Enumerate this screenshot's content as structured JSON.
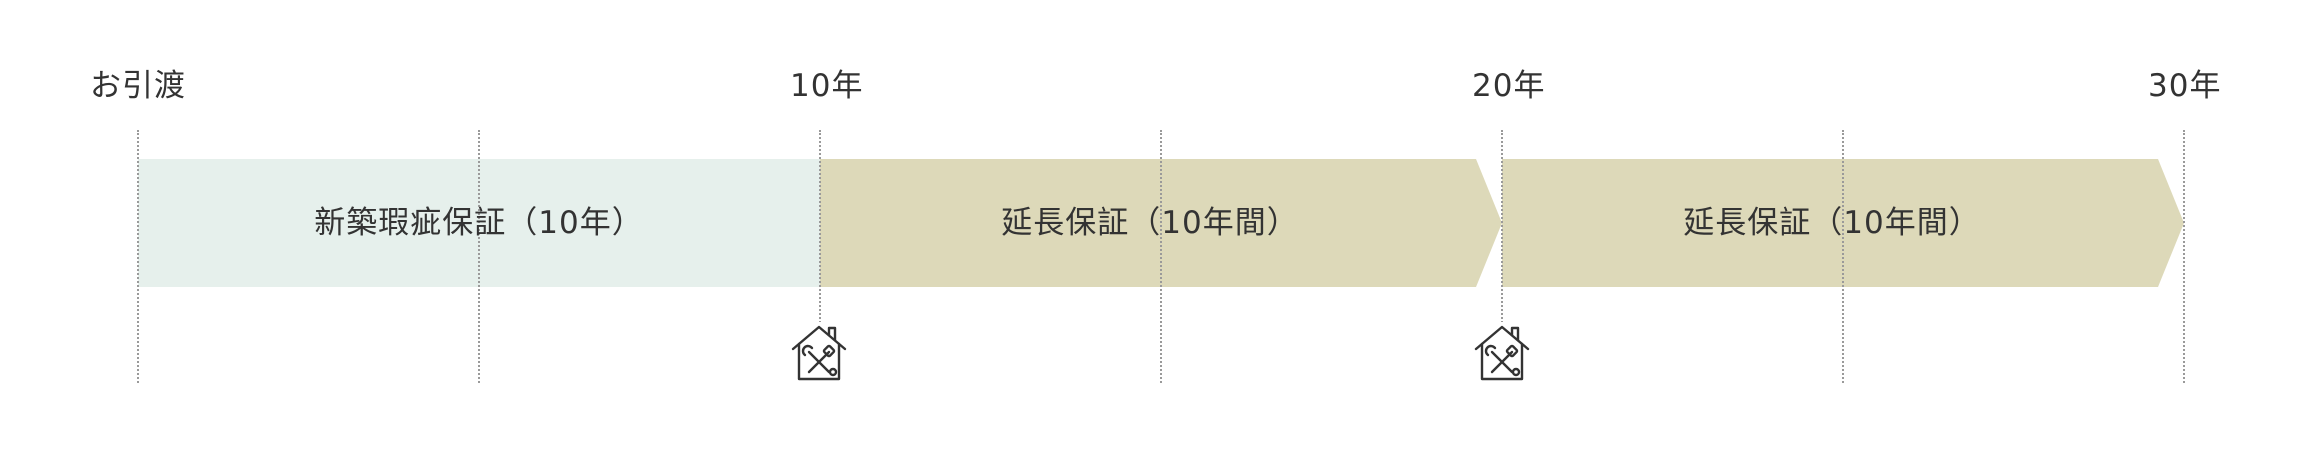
{
  "timeline": {
    "labels": {
      "start": "お引渡",
      "y10": "10年",
      "y20": "20年",
      "y30": "30年"
    }
  },
  "bars": {
    "initial": "新築瑕疵保証（10年）",
    "extension_1": "延長保証（10年間）",
    "extension_2": "延長保証（10年間）"
  },
  "colors": {
    "initial_fill": "#e6f0ec",
    "extension_fill": "#ddd9b9",
    "gridline": "#9a9a9a",
    "text": "#333333"
  },
  "icons": [
    "house-tools-icon",
    "house-tools-icon"
  ]
}
